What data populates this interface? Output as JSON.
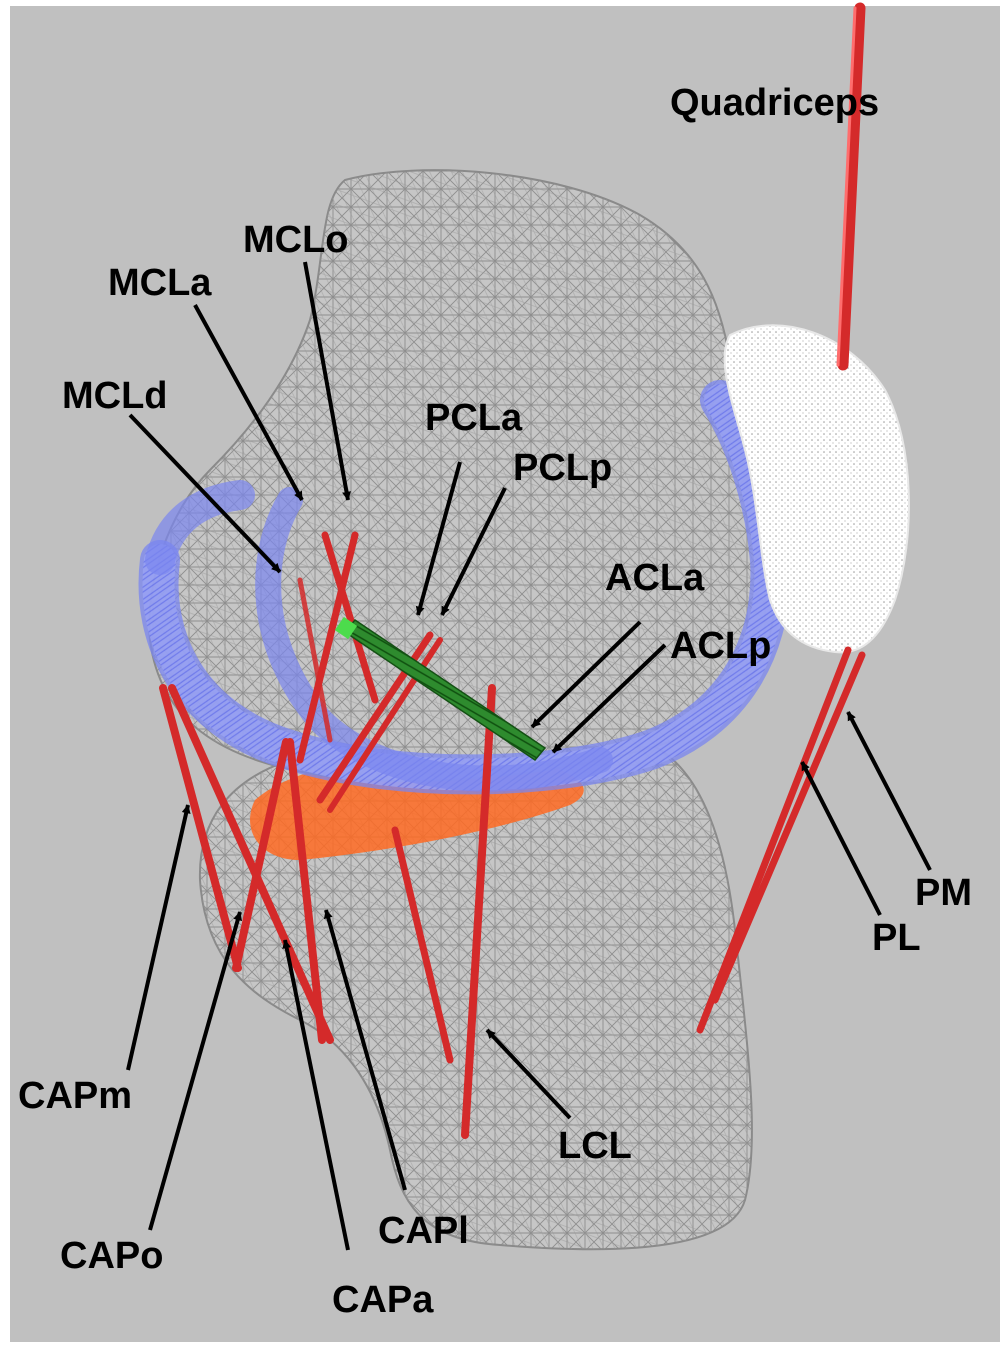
{
  "figure": {
    "colors": {
      "background_outer": "#ffffff",
      "background": "#c0c0c0",
      "bone_wire": "#8c8c8c",
      "cartilage": "#7a86f0",
      "patella": "#ffffff",
      "ligament": "#d42a2a",
      "pcl_green": "#2e8b2e",
      "meniscus": "#ff6a22",
      "label": "#000000"
    },
    "labels": {
      "quadriceps": "Quadriceps",
      "mclo": "MCLo",
      "mcla": "MCLa",
      "mcld": "MCLd",
      "pcla": "PCLa",
      "pclp": "PCLp",
      "acla": "ACLa",
      "aclp": "ACLp",
      "pm": "PM",
      "pl": "PL",
      "lcl": "LCL",
      "capm": "CAPm",
      "capo": "CAPo",
      "capl": "CAPl",
      "capa": "CAPa"
    }
  }
}
